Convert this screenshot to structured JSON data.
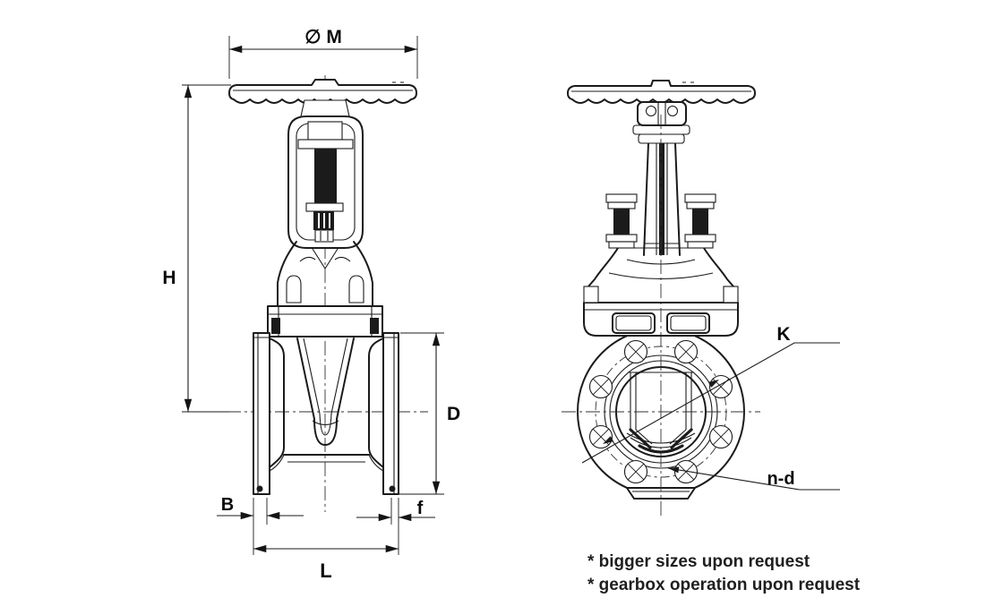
{
  "drawing": {
    "colors": {
      "line": "#1b1b1b",
      "label": "#0a0a0a",
      "background": "#ffffff"
    },
    "dimension_labels": {
      "m": "∅ M",
      "h": "H",
      "d": "D",
      "b": "B",
      "f": "f",
      "l": "L",
      "k": "K",
      "nd": "n-d"
    },
    "notes": [
      "* bigger sizes upon request",
      "* gearbox operation upon request"
    ]
  }
}
